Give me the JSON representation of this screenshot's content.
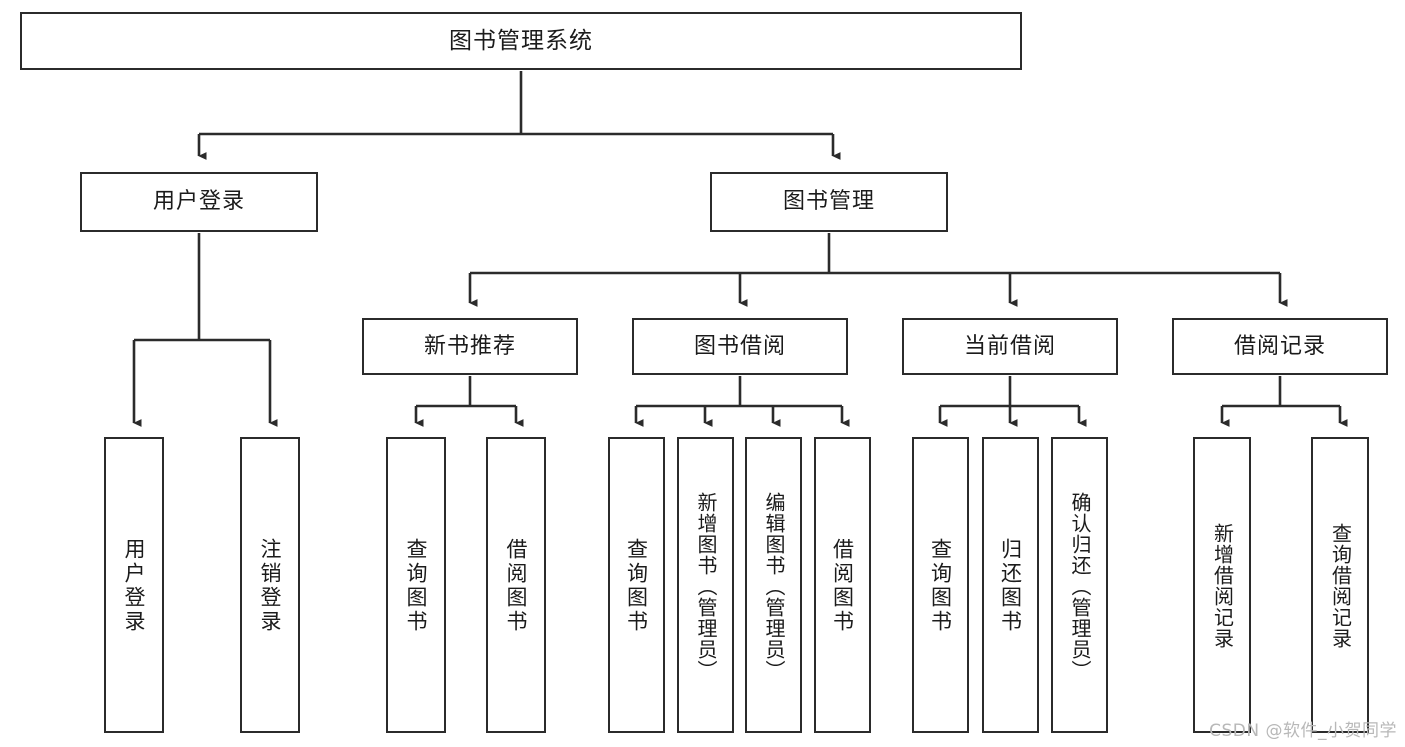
{
  "diagram": {
    "type": "tree",
    "title": "图书管理系统",
    "stroke_color": "#2b2b2b",
    "background_color": "#ffffff",
    "text_color": "#1b1b1b",
    "levels": [
      {
        "level": 1,
        "nodes": [
          {
            "id": "root",
            "label": "图书管理系统",
            "orientation": "horizontal"
          }
        ]
      },
      {
        "level": 2,
        "nodes": [
          {
            "id": "user-login",
            "label": "用户登录",
            "orientation": "horizontal"
          },
          {
            "id": "book-manage",
            "label": "图书管理",
            "orientation": "horizontal"
          }
        ]
      },
      {
        "level": 3,
        "nodes": [
          {
            "id": "new-book-rec",
            "label": "新书推荐",
            "orientation": "horizontal"
          },
          {
            "id": "book-borrow",
            "label": "图书借阅",
            "orientation": "horizontal"
          },
          {
            "id": "current-borrow",
            "label": "当前借阅",
            "orientation": "horizontal"
          },
          {
            "id": "borrow-record",
            "label": "借阅记录",
            "orientation": "horizontal"
          }
        ]
      },
      {
        "level": 4,
        "nodes": [
          {
            "id": "leaf-user-login",
            "label": "用户登录",
            "orientation": "vertical",
            "parent": "user-login"
          },
          {
            "id": "leaf-logout",
            "label": "注销登录",
            "orientation": "vertical",
            "parent": "user-login"
          },
          {
            "id": "leaf-query-book-1",
            "label": "查询图书",
            "orientation": "vertical",
            "parent": "new-book-rec"
          },
          {
            "id": "leaf-borrow-book-1",
            "label": "借阅图书",
            "orientation": "vertical",
            "parent": "new-book-rec"
          },
          {
            "id": "leaf-query-book-2",
            "label": "查询图书",
            "orientation": "vertical",
            "parent": "book-borrow"
          },
          {
            "id": "leaf-add-book",
            "label": "新增图书（管理员）",
            "orientation": "vertical",
            "parent": "book-borrow"
          },
          {
            "id": "leaf-edit-book",
            "label": "编辑图书（管理员）",
            "orientation": "vertical",
            "parent": "book-borrow"
          },
          {
            "id": "leaf-borrow-book-2",
            "label": "借阅图书",
            "orientation": "vertical",
            "parent": "book-borrow"
          },
          {
            "id": "leaf-query-book-3",
            "label": "查询图书",
            "orientation": "vertical",
            "parent": "current-borrow"
          },
          {
            "id": "leaf-return-book",
            "label": "归还图书",
            "orientation": "vertical",
            "parent": "current-borrow"
          },
          {
            "id": "leaf-confirm-return",
            "label": "确认归还（管理员）",
            "orientation": "vertical",
            "parent": "current-borrow"
          },
          {
            "id": "leaf-add-record",
            "label": "新增借阅记录",
            "orientation": "vertical",
            "parent": "borrow-record"
          },
          {
            "id": "leaf-query-record",
            "label": "查询借阅记录",
            "orientation": "vertical",
            "parent": "borrow-record"
          }
        ]
      }
    ]
  },
  "watermark": {
    "text": "CSDN @软件_小贺同学"
  }
}
